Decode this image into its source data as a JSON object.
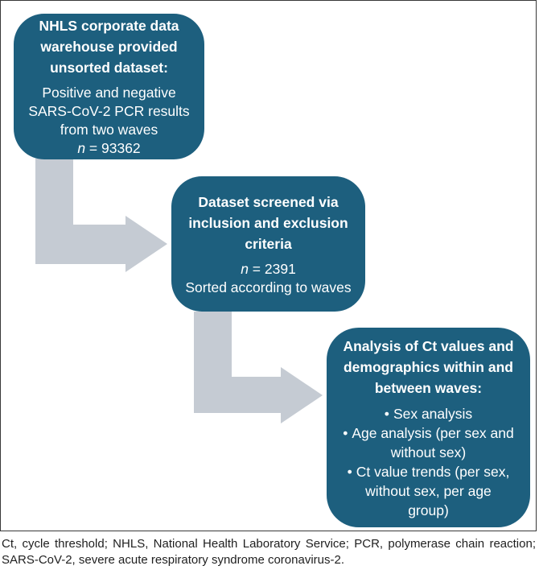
{
  "figure": {
    "colors": {
      "box_fill": "#1d5f7e",
      "arrow_fill": "#c5cbd3",
      "box_text": "#ffffff",
      "caption_text": "#1f1f1f",
      "frame_border": "#383838"
    },
    "boxes": [
      {
        "heading": "NHLS corporate data\nwarehouse provided\nunsorted dataset:",
        "body": "Positive and negative\nSARS-CoV-2 PCR results\nfrom two waves",
        "n_prefix": "n",
        "n_suffix": " = 93362"
      },
      {
        "heading": "Dataset screened via\ninclusion and exclusion\ncriteria",
        "n_prefix": "n",
        "n_suffix": " = 2391",
        "body": "Sorted according to waves"
      },
      {
        "heading": "Analysis of Ct values and\ndemographics within and\nbetween waves:",
        "bullet_char": "•",
        "bullets": [
          "Sex analysis",
          "Age analysis (per sex and\nwithout sex)",
          "Ct value trends (per sex,\nwithout sex, per age\ngroup)"
        ]
      }
    ]
  },
  "caption": {
    "text": "Ct, cycle threshold; NHLS, National Health Laboratory Service; PCR, polymerase chain reaction; SARS-CoV-2, severe acute respiratory syndrome coronavirus-2."
  }
}
